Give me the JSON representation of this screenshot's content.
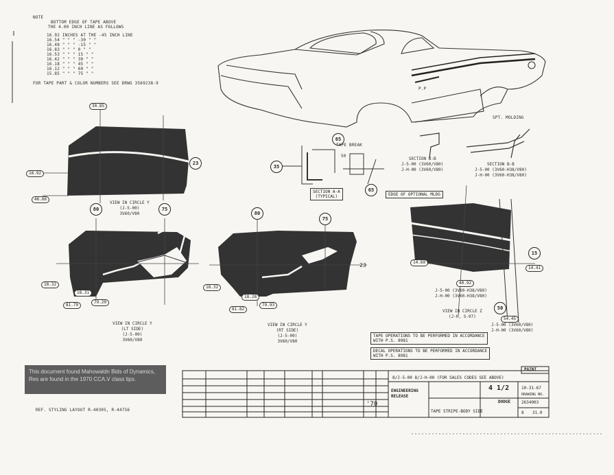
{
  "notes": {
    "header": "NOTE",
    "line1": "BOTTOM EDGE OF TAPE ABOVE",
    "line2": "THE 4.00 INCH LINE AS FOLLOWS",
    "rows": [
      "16.92  INCHES AT THE  -45 INCH LINE",
      "16.54    \"      \"    \"   -30   \"    \"",
      "16.48    \"      \"    \"   -15   \"    \"",
      "16.83    \"      \"    \"     0   \"    \"",
      "16.53    \"      \"    \"    15   \"    \"",
      "16.42    \"      \"    \"    30   \"    \"",
      "16.18    \"      \"    \"    45   \"    \"",
      "16.12    \"      \"    \"    60   \"    \"",
      "15.85    \"      \"    \"    75   \"    \""
    ],
    "footer": "FOR TAPE PART & COLOR NUMBERS SEE DRWG 3569238-9"
  },
  "callouts": {
    "c30_85": "30.85",
    "c23": "23",
    "c18_92": "18.92",
    "c46_66": "46.66",
    "c65": "65",
    "c35": "35",
    "c50": "50",
    "c65b": "65",
    "c80a": "80",
    "c75a": "75",
    "c80b": "80",
    "c75b": "75",
    "c23b": "23",
    "c15": "15",
    "c50b": "50",
    "c18_32a": "18.32",
    "c18_31": "18.31",
    "c81_79": "81.79",
    "c79_20": "79.20",
    "c18_32b": "18.32",
    "c18_28": "18.28",
    "c81_82": "81.82",
    "c79_93": "79.93",
    "c14_60": "14.60",
    "c40_92": "40.92",
    "c14_41": "14.41",
    "c54_45": "54.45"
  },
  "views": {
    "circle_y_top_title": "VIEW IN CIRCLE Y",
    "circle_y_top_sub1": "(J-5-00)",
    "circle_y_top_sub2": "3V60/V80",
    "circle_y_lt_title": "VIEW IN CIRCLE Y",
    "circle_y_lt_sub1": "(LT SIDE)",
    "circle_y_lt_sub2": "(J-5-00)",
    "circle_y_lt_sub3": "3V60/V80",
    "circle_y_rt_title": "VIEW IN CIRCLE Y",
    "circle_y_rt_sub1": "(RT SIDE)",
    "circle_y_rt_sub2": "(J-5-00)",
    "circle_y_rt_sub3": "3V60/V80",
    "circle_z_title": "VIEW IN CIRCLE Z",
    "circle_z_sub": "(J-H, S-97)"
  },
  "sections": {
    "tape_break": "TAPE BREAK",
    "section_a": "SECTION A-A",
    "section_a_sub": "(TYPICAL)",
    "section_b_title": "SECTION B-B",
    "section_b_l1": "J-5-00 (3V60/V80)",
    "section_b_l2": "J-H-00 (3V60/V80)",
    "section_c_title": "SECTION B-B",
    "section_c_l1": "J-5-00 (3V60-H38/V80)",
    "section_c_l2": "J-H-00 (3V60-H38/V80)",
    "spt_molding": "SPT. MOLDING",
    "edge_optional": "EDGE OF OPTIONAL MLDG",
    "z_l1": "J-5-00 (3V60-H38/V80)",
    "z_l2": "J-H-00 (3V60-H38/V80)",
    "z_r1": "J-5-00 (3V60/V80)",
    "z_r2": "J-H-00 (3V60/V80)",
    "note_tape_ops": "TAPE OPERATIONS TO BE PERFORMED IN ACCORDANCE",
    "note_tape_ops2": "WITH P.S. 8981",
    "note_decal": "DECAL OPERATIONS TO BE PERFORMED IN ACCORDANCE",
    "note_decal2": "WITH P.S. 8981",
    "pp": "P.P"
  },
  "gray_box": {
    "line1": "This document found Mahowaldn Bids of Dynamics,",
    "line2": "Res are found in the 1970 CCA.V class tips."
  },
  "reference": "REF. STYLING LAYOUT R-40305, R-44756",
  "title_block": {
    "paint": "PAINT",
    "date_row": "8/J-5-00   8/J-H-00 (FOR SALES CODES SEE ABOVE)",
    "engineering": "ENGINEERING",
    "release": "RELEASE",
    "scale": "4 1/2",
    "date": "10-31-67",
    "dwg_no_label": "DRAWING NO.",
    "dwg_no": "2634903",
    "title": "TAPE STRIPE-BODY SIDE",
    "sheet": "8",
    "sheet_total": "31.0",
    "brand": "DODGE",
    "year": "'70"
  }
}
